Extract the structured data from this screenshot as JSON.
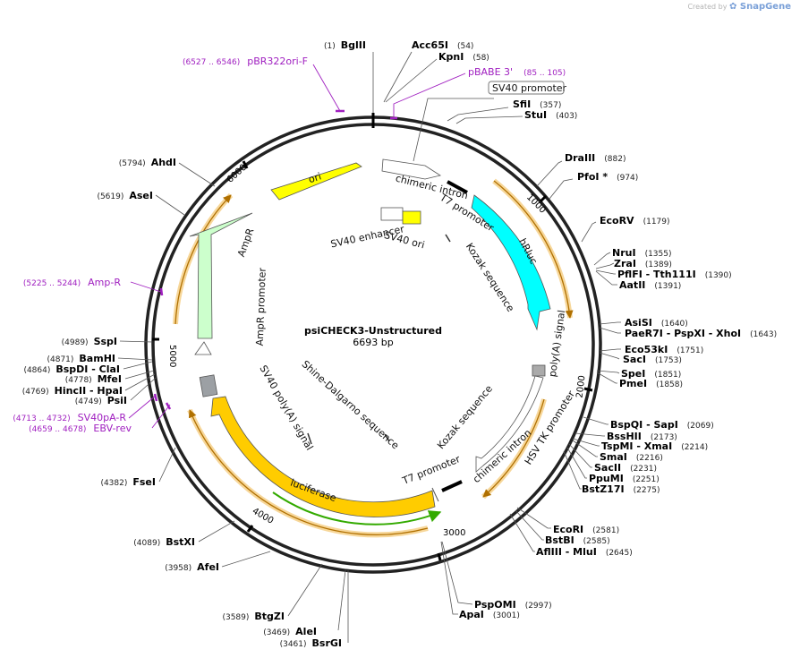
{
  "credit": {
    "prefix": "Created by",
    "brand": "SnapGene"
  },
  "plasmid": {
    "name": "psiCHECK3-Unstructured",
    "size_label": "6693 bp",
    "length": 6693
  },
  "tick_labels": [
    "1000",
    "2000",
    "3000",
    "4000",
    "5000",
    "6000"
  ],
  "enzymes": [
    {
      "name": "BglII",
      "pos": "(1)"
    },
    {
      "name": "Acc65I",
      "pos": "(54)"
    },
    {
      "name": "KpnI",
      "pos": "(58)"
    },
    {
      "name": "SfiI",
      "pos": "(357)"
    },
    {
      "name": "StuI",
      "pos": "(403)"
    },
    {
      "name": "DraIII",
      "pos": "(882)"
    },
    {
      "name": "PfoI *",
      "pos": "(974)"
    },
    {
      "name": "EcoRV",
      "pos": "(1179)"
    },
    {
      "name": "NruI",
      "pos": "(1355)"
    },
    {
      "name": "ZraI",
      "pos": "(1389)"
    },
    {
      "name": "PflFI - Tth111I",
      "pos": "(1390)"
    },
    {
      "name": "AatII",
      "pos": "(1391)"
    },
    {
      "name": "AsiSI",
      "pos": "(1640)"
    },
    {
      "name": "PaeR7I - PspXI - XhoI",
      "pos": "(1643)"
    },
    {
      "name": "Eco53kI",
      "pos": "(1751)"
    },
    {
      "name": "SacI",
      "pos": "(1753)"
    },
    {
      "name": "SpeI",
      "pos": "(1851)"
    },
    {
      "name": "PmeI",
      "pos": "(1858)"
    },
    {
      "name": "BspQI - SapI",
      "pos": "(2069)"
    },
    {
      "name": "BssHII",
      "pos": "(2173)"
    },
    {
      "name": "TspMI - XmaI",
      "pos": "(2214)"
    },
    {
      "name": "SmaI",
      "pos": "(2216)"
    },
    {
      "name": "SacII",
      "pos": "(2231)"
    },
    {
      "name": "PpuMI",
      "pos": "(2251)"
    },
    {
      "name": "BstZ17I",
      "pos": "(2275)"
    },
    {
      "name": "EcoRI",
      "pos": "(2581)"
    },
    {
      "name": "BstBI",
      "pos": "(2585)"
    },
    {
      "name": "AflIII - MluI",
      "pos": "(2645)"
    },
    {
      "name": "PspOMI",
      "pos": "(2997)"
    },
    {
      "name": "ApaI",
      "pos": "(3001)"
    },
    {
      "name": "BsrGI",
      "pos": "(3461)"
    },
    {
      "name": "AleI",
      "pos": "(3469)"
    },
    {
      "name": "BtgZI",
      "pos": "(3589)"
    },
    {
      "name": "AfeI",
      "pos": "(3958)"
    },
    {
      "name": "BstXI",
      "pos": "(4089)"
    },
    {
      "name": "FseI",
      "pos": "(4382)"
    },
    {
      "name": "PsiI",
      "pos": "(4749)"
    },
    {
      "name": "HincII - HpaI",
      "pos": "(4769)"
    },
    {
      "name": "MfeI",
      "pos": "(4778)"
    },
    {
      "name": "BspDI - ClaI",
      "pos": "(4864)"
    },
    {
      "name": "BamHI",
      "pos": "(4871)"
    },
    {
      "name": "SspI",
      "pos": "(4989)"
    },
    {
      "name": "AseI",
      "pos": "(5619)"
    },
    {
      "name": "AhdI",
      "pos": "(5794)"
    }
  ],
  "primers": [
    {
      "name": "pBR322ori-F",
      "pos": "(6527 .. 6546)"
    },
    {
      "name": "pBABE 3'",
      "pos": "(85 .. 105)"
    },
    {
      "name": "Amp-R",
      "pos": "(5225 .. 5244)"
    },
    {
      "name": "SV40pA-R",
      "pos": "(4713 .. 4732)"
    },
    {
      "name": "EBV-rev",
      "pos": "(4659 .. 4678)"
    }
  ],
  "boxed_label": "SV40 promoter",
  "features": {
    "ori": "ori",
    "hRluc": "hRluc",
    "luciferase": "luciferase",
    "AmpR": "AmpR",
    "AmpR_promoter": "AmpR promoter",
    "chimeric_intron": "chimeric intron",
    "T7_promoter": "T7 promoter",
    "SV40_enhancer": "SV40 enhancer",
    "SV40_ori": "SV40 ori",
    "Kozak_sequence": "Kozak sequence",
    "polyA_signal": "poly(A) signal",
    "HSV_TK_promoter": "HSV TK promoter",
    "SV40_polyA_signal": "SV40 poly(A) signal",
    "Shine_Dalgarno": "Shine-Dalgarno sequence"
  },
  "colors": {
    "ori": "#ffff00",
    "hRluc": "#00ffff",
    "luciferase": "#ffcc00",
    "AmpR": "#ccffcc",
    "primer": "#a020c0",
    "orange_arc": "#f0a000",
    "green_arc": "#33aa00"
  }
}
